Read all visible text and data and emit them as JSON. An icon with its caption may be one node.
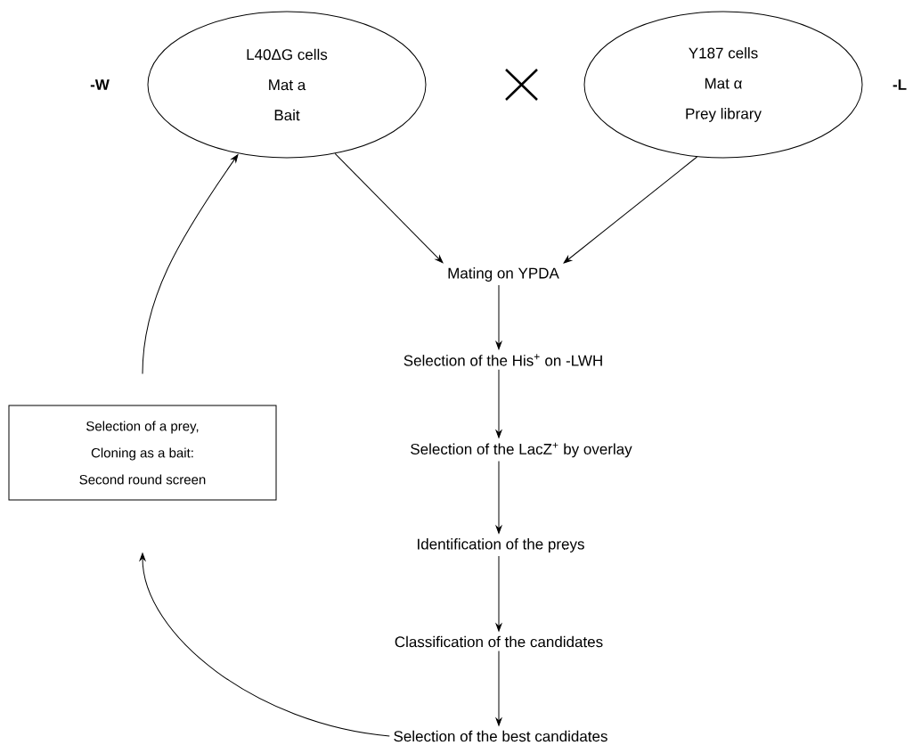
{
  "diagram": {
    "nodes": [
      {
        "text": [
          "L40ΔG cells",
          "Mat a",
          "Bait"
        ]
      },
      {
        "text": [
          "Y187 cells",
          "Mat α",
          "Prey library"
        ]
      },
      {
        "text": [
          "Mating on YPDA"
        ]
      },
      {
        "text": [
          "Selection of the His$^{+}$ on -LWH"
        ]
      },
      {
        "text": [
          "Selection of the LacZ$^{+}$ by overlay"
        ]
      },
      {
        "text": [
          "Identification of the preys"
        ]
      },
      {
        "text": [
          "Classification of the candidates"
        ]
      },
      {
        "text": [
          "Selection of the best candidates"
        ]
      },
      {
        "text": [
          "Selection of a prey,",
          "Cloning as a bait:",
          "Second round screen"
        ]
      }
    ],
    "edges": [
      {
        "from": 0,
        "to": 2,
        "arrow": "to"
      },
      {
        "from": 1,
        "to": 2,
        "arrow": "to"
      },
      {
        "from": 2,
        "to": 3,
        "arrow": "to"
      },
      {
        "from": 3,
        "to": 4,
        "arrow": "to"
      },
      {
        "from": 4,
        "to": 5,
        "arrow": "to"
      },
      {
        "from": 5,
        "to": 6,
        "arrow": "to"
      },
      {
        "from": 6,
        "to": 7,
        "arrow": "to"
      },
      {
        "from": 7,
        "to": 8,
        "arrow": "to"
      },
      {
        "from": 8,
        "to": 0,
        "arrow": "to"
      }
    ],
    "labels": [
      "-W",
      "-L"
    ]
  }
}
